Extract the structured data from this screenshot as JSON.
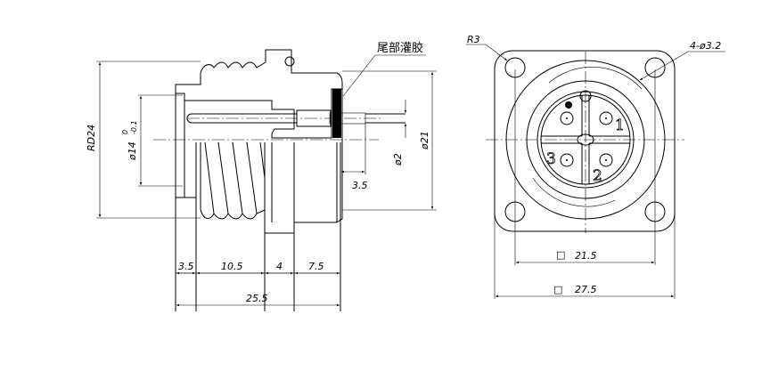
{
  "side_view": {
    "labels": {
      "potting": "尾部灌胶",
      "rd24": "RD24",
      "d14": "ø14",
      "d14_tol_upper": "0",
      "d14_tol_lower": "-0.1",
      "d21": "ø21",
      "d2": "ø2",
      "tail_len": "3.5"
    },
    "bottom_dims": [
      "3.5",
      "10.5",
      "4",
      "7.5"
    ],
    "total_len": "25.5"
  },
  "front_view": {
    "labels": {
      "radius": "R3",
      "holes": "4-ø3.2",
      "square_symbol": "□",
      "hole_pitch": "21.5",
      "flange_size": "27.5"
    },
    "pins": [
      "1",
      "2",
      "3"
    ]
  }
}
